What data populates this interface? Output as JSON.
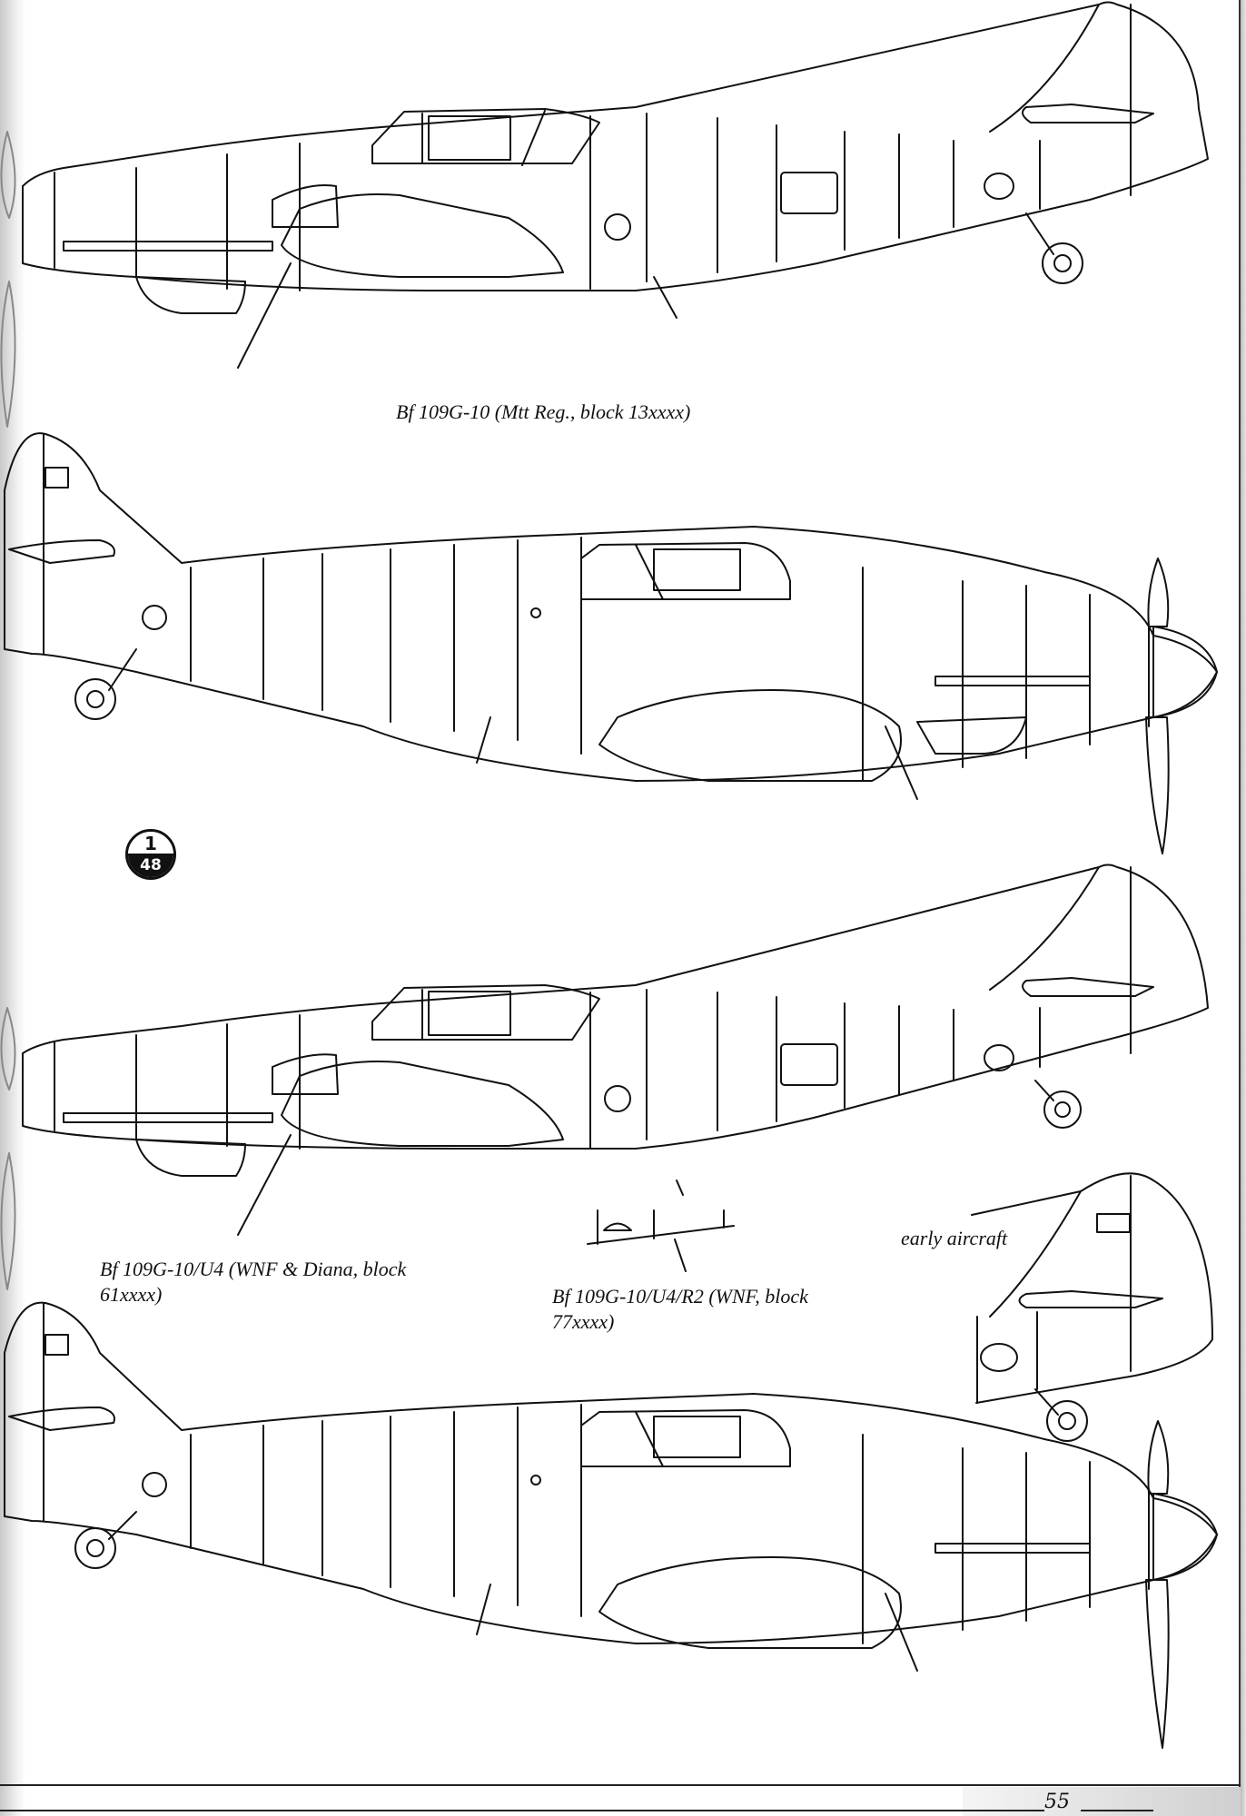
{
  "captions": {
    "g10_mtt": "Bf 109G-10 (Mtt Reg., block 13xxxx)",
    "g10_u4_line1": "Bf 109G-10/U4 (WNF & Diana, block",
    "g10_u4_line2": "61xxxx)",
    "g10_u4_r2_line1": "Bf 109G-10/U4/R2 (WNF, block",
    "g10_u4_r2_line2": "77xxxx)",
    "early_aircraft": "early aircraft"
  },
  "scale_badge": {
    "numerator": "1",
    "denominator": "48"
  },
  "page_number": "55",
  "colors": {
    "ink": "#111111",
    "paper": "#ffffff"
  }
}
